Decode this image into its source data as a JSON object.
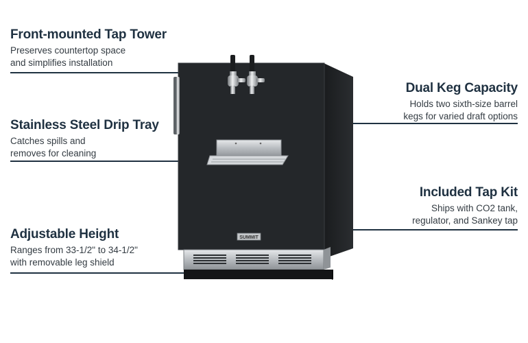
{
  "callouts": [
    {
      "id": "tap-tower",
      "title": "Front-mounted Tap Tower",
      "desc_line1": "Preserves countertop space",
      "desc_line2": "and simplifies installation"
    },
    {
      "id": "drip-tray",
      "title": "Stainless Steel Drip Tray",
      "desc_line1": "Catches spills and",
      "desc_line2": "removes for cleaning"
    },
    {
      "id": "adjustable-height",
      "title": "Adjustable Height",
      "desc_line1": "Ranges from 33-1/2\" to 34-1/2\"",
      "desc_line2": "with removable leg shield"
    },
    {
      "id": "dual-keg",
      "title": "Dual Keg Capacity",
      "desc_line1": "Holds two sixth-size barrel",
      "desc_line2": "kegs for varied draft options"
    },
    {
      "id": "tap-kit",
      "title": "Included Tap Kit",
      "desc_line1": "Ships with CO2 tank,",
      "desc_line2": "regulator, and Sankey tap"
    }
  ],
  "product": {
    "brand_badge": "SUMMIT",
    "cabinet_color": "#24272a",
    "steel_color": "#c9ccd0"
  },
  "accent_color": "#1f3141"
}
